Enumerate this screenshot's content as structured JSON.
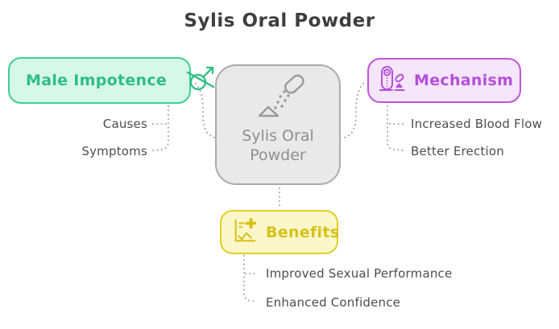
{
  "title": "Sylis Oral Powder",
  "center_node": {
    "label": "Sylis Oral Powder",
    "icon": "powder-pour-icon"
  },
  "branches": {
    "male_impotence": {
      "label": "Male Impotence",
      "icon": "male-symbol-slash-icon",
      "children": [
        "Causes",
        "Symptoms"
      ],
      "accent": "#3ecf90",
      "fill": "#d7f8e9",
      "text_color": "#2fbd86"
    },
    "mechanism": {
      "label": "Mechanism",
      "icon": "mechanism-arm-icon",
      "children": [
        "Increased Blood Flow",
        "Better Erection"
      ],
      "accent": "#bf54de",
      "fill": "#f5e6fb",
      "text_color": "#b44fd8"
    },
    "benefits": {
      "label": "Benefits",
      "icon": "chart-plus-icon",
      "children": [
        "Improved Sexual Performance",
        "Enhanced Confidence"
      ],
      "accent": "#e3cf25",
      "fill": "#fcf7ca",
      "text_color": "#d6c218"
    }
  },
  "colors": {
    "title_text": "#3e3e3e",
    "center_fill": "#e9e9e9",
    "center_border": "#ababab",
    "center_text": "#8f8f8f",
    "connector": "#a3a3a3",
    "child_label_text": "#4d4d4d"
  }
}
